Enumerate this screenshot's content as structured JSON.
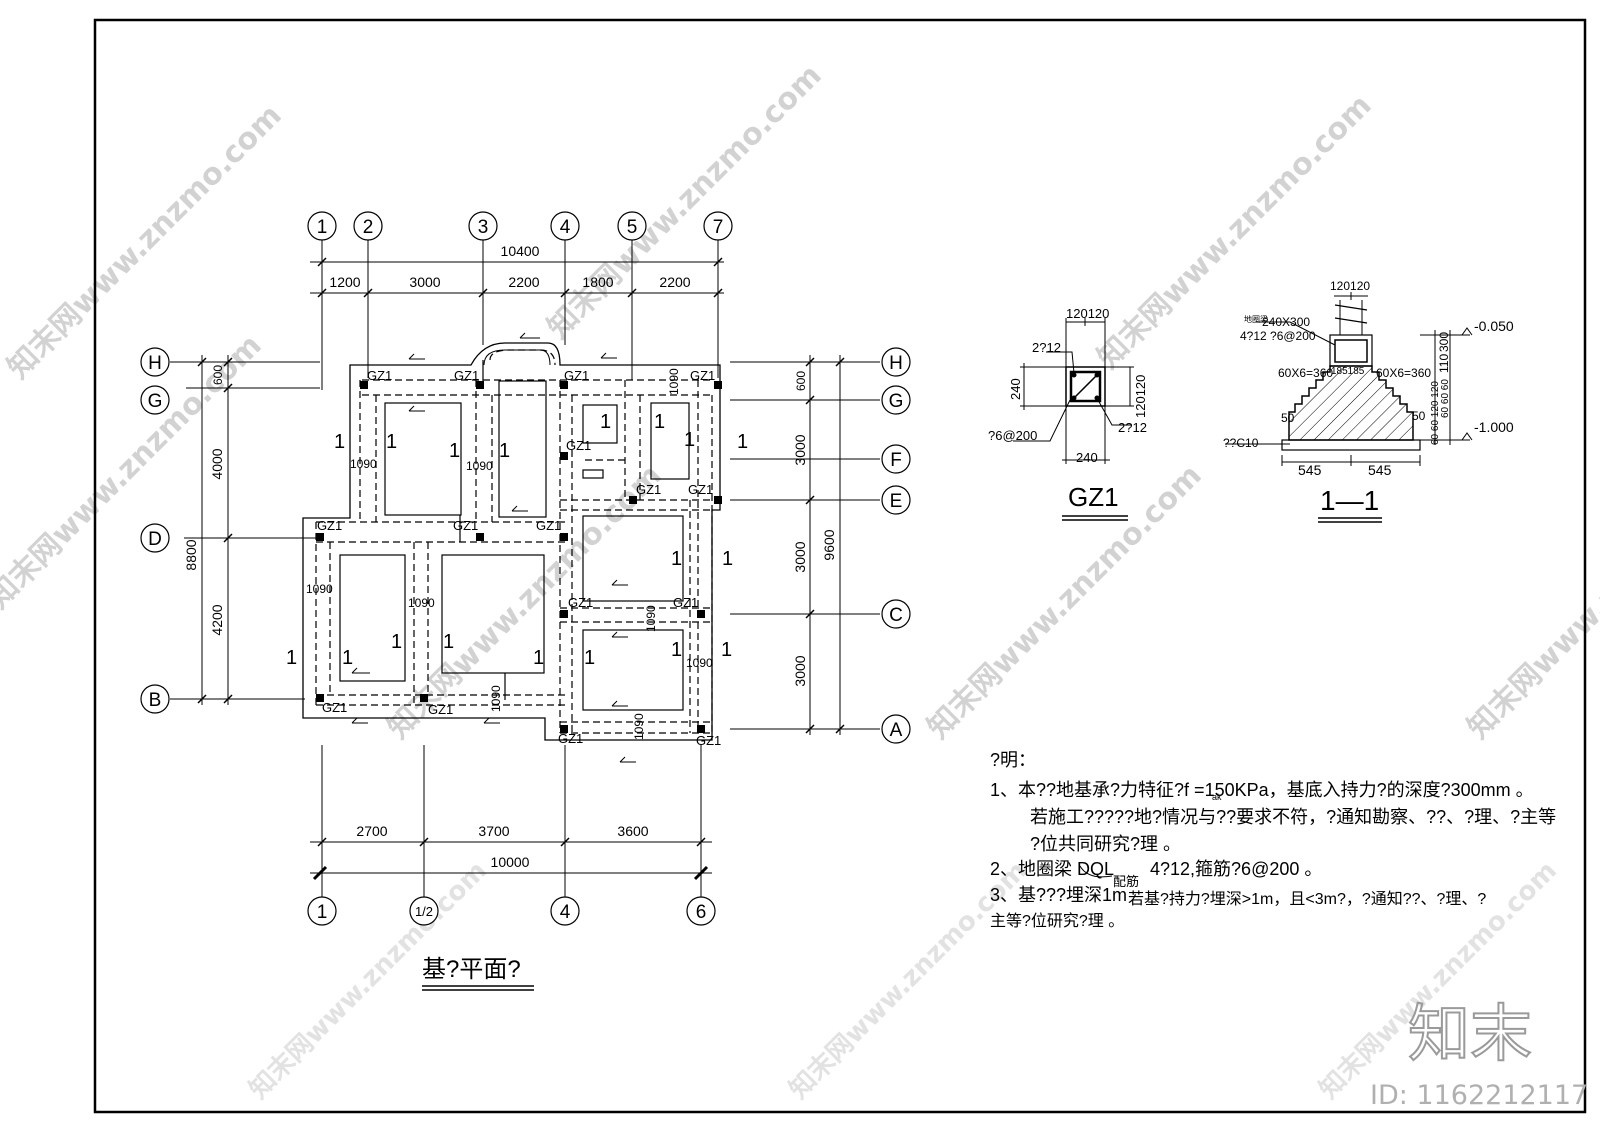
{
  "plan": {
    "title": "基?平面?",
    "top_axes": [
      "1",
      "2",
      "3",
      "4",
      "5",
      "7"
    ],
    "bottom_axes": [
      "1",
      "1/2",
      "4",
      "6"
    ],
    "right_axes": [
      "H",
      "G",
      "F",
      "E",
      "C",
      "A"
    ],
    "left_axes": [
      "H",
      "G",
      "D",
      "B"
    ],
    "dims_top_total": "10400",
    "dims_top": [
      "1200",
      "3000",
      "2200",
      "1800",
      "2200"
    ],
    "dims_bottom": [
      "2700",
      "3700",
      "3600"
    ],
    "dims_bottom_total": "10000",
    "dims_left_inner": [
      "600",
      "4000",
      "4200"
    ],
    "dims_left_total": "8800",
    "dims_right_inner": [
      "600",
      "3000",
      "3000",
      "3000"
    ],
    "dims_right_total": "9600",
    "column_tag": "GZ1",
    "width_tag": "1090",
    "section_tag": "1"
  },
  "gz1": {
    "title": "GZ1",
    "top_dim": "120120",
    "top_rebar": "2?12",
    "left_dim": "240",
    "right_dim": "120120",
    "stirrup": "?6@200",
    "bottom_rebar": "2?12",
    "bottom_dim": "240"
  },
  "section": {
    "title": "1—1",
    "top_dim": "120120",
    "beam_label": "地圈梁",
    "beam_size": "240X300",
    "beam_rebar": "4?12 ?6@200",
    "step_left": "60X6=360",
    "step_mid": "185185",
    "step_right": "60X6=360",
    "elev_top": "-0.050",
    "elev_bottom": "-1.000",
    "side_left": "50",
    "side_right": "50",
    "dim_300": "300",
    "dim_110": "110",
    "dim_steps": "60 60 60",
    "dim_steps2": "60 60 120 120",
    "cushion": "??C10",
    "base_left": "545",
    "base_right": "545"
  },
  "notes": {
    "heading": "?明：",
    "n1": "1、本??地基承?力特征?f  =150KPa，基底入持力?的深度?300mm 。",
    "n1_sub": "ak",
    "n1b": "若施工?????地?情况与??要求不符，?通知勘察、??、?理、?主等",
    "n1c": "?位共同研究?理 。",
    "n2a": "2、地圈梁 DQL",
    "n2b": "配筋",
    "n2c": "4?12,箍筋?6@200 。",
    "n3a": "3、基???埋深1m",
    "n3b": "若基?持力?埋深>1m，且<3m?，?通知??、?理、?",
    "n3c": "主等?位研究?理 。"
  },
  "watermark": {
    "text": "知末网www.znzmo.com",
    "logo": "知末",
    "id": "ID: 1162212117"
  }
}
